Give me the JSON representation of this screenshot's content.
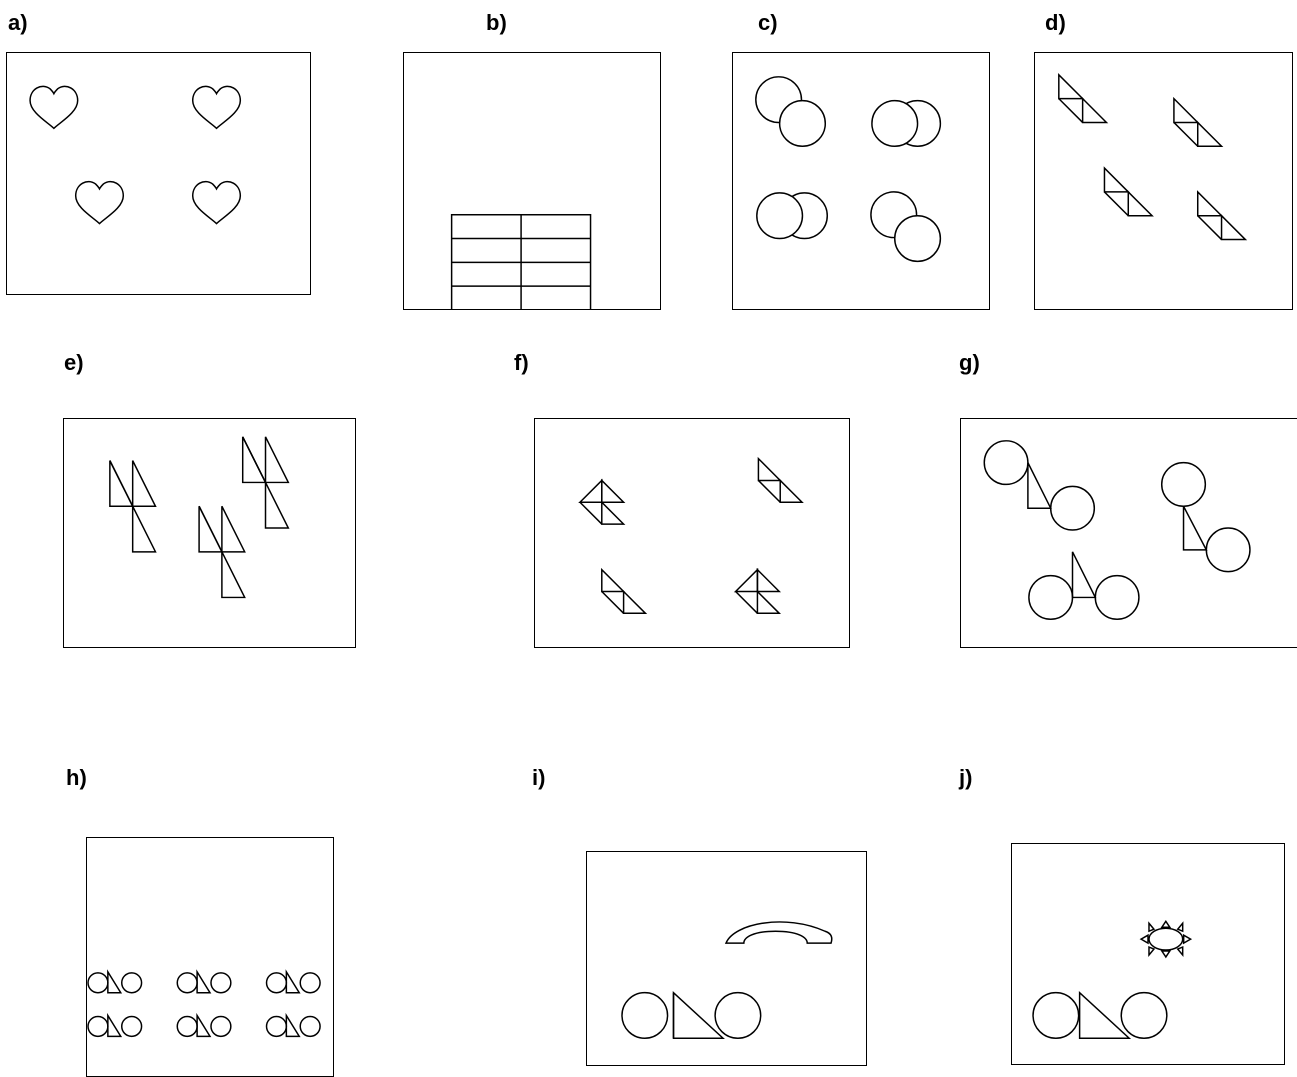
{
  "panels": [
    {
      "id": "a",
      "label": "a)",
      "shape": "hearts"
    },
    {
      "id": "b",
      "label": "b)",
      "shape": "brick-grid"
    },
    {
      "id": "c",
      "label": "c)",
      "shape": "overlapping-circles"
    },
    {
      "id": "d",
      "label": "d)",
      "shape": "stepped-triangles"
    },
    {
      "id": "e",
      "label": "e)",
      "shape": "tall-triangle-stacks"
    },
    {
      "id": "f",
      "label": "f)",
      "shape": "triangle-pairs"
    },
    {
      "id": "g",
      "label": "g)",
      "shape": "circle-triangle-circle"
    },
    {
      "id": "h",
      "label": "h)",
      "shape": "circle-triangle-circle-rows"
    },
    {
      "id": "i",
      "label": "i)",
      "shape": "bicycle-with-telephone-handset"
    },
    {
      "id": "j",
      "label": "j)",
      "shape": "bicycle-with-sun"
    }
  ]
}
